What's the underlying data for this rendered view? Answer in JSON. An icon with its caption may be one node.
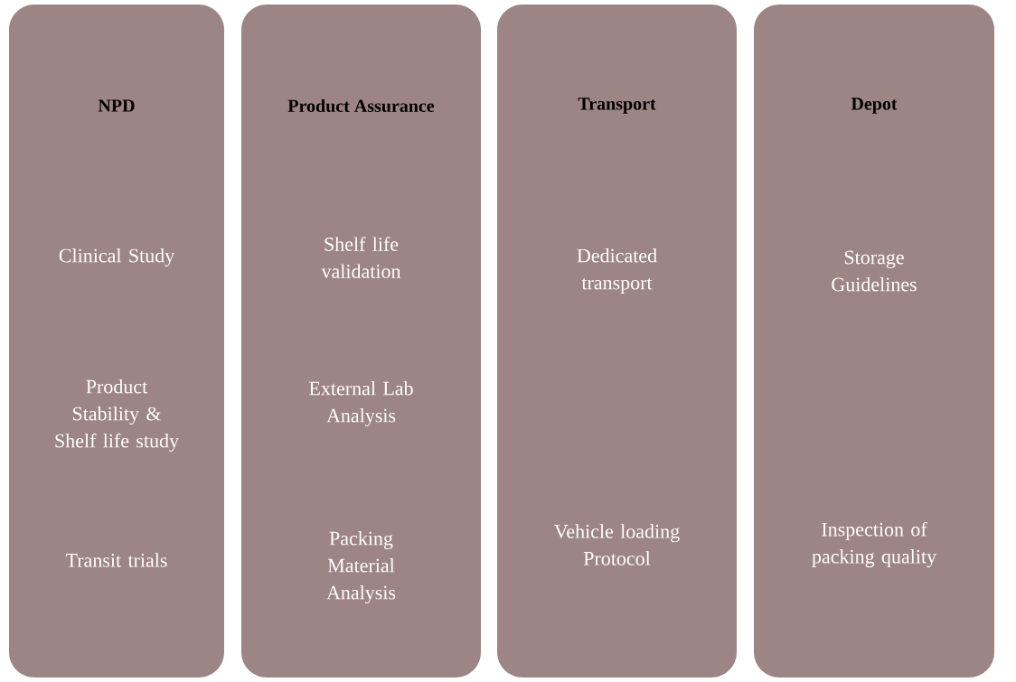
{
  "diagram": {
    "nodes": [
      {
        "text": [
          "NPD",
          "Clinical Study",
          "Product Stability & Shelf life study",
          "Transit trials"
        ]
      },
      {
        "text": [
          "Product Assurance",
          "Shelf life validation",
          "External Lab Analysis",
          "Packing Material Analysis"
        ]
      },
      {
        "text": [
          "Transport",
          "Dedicated transport",
          "Vehicle loading Protocol"
        ]
      },
      {
        "text": [
          "Depot",
          "Storage Guidelines",
          "Inspection of packing quality"
        ]
      }
    ]
  }
}
